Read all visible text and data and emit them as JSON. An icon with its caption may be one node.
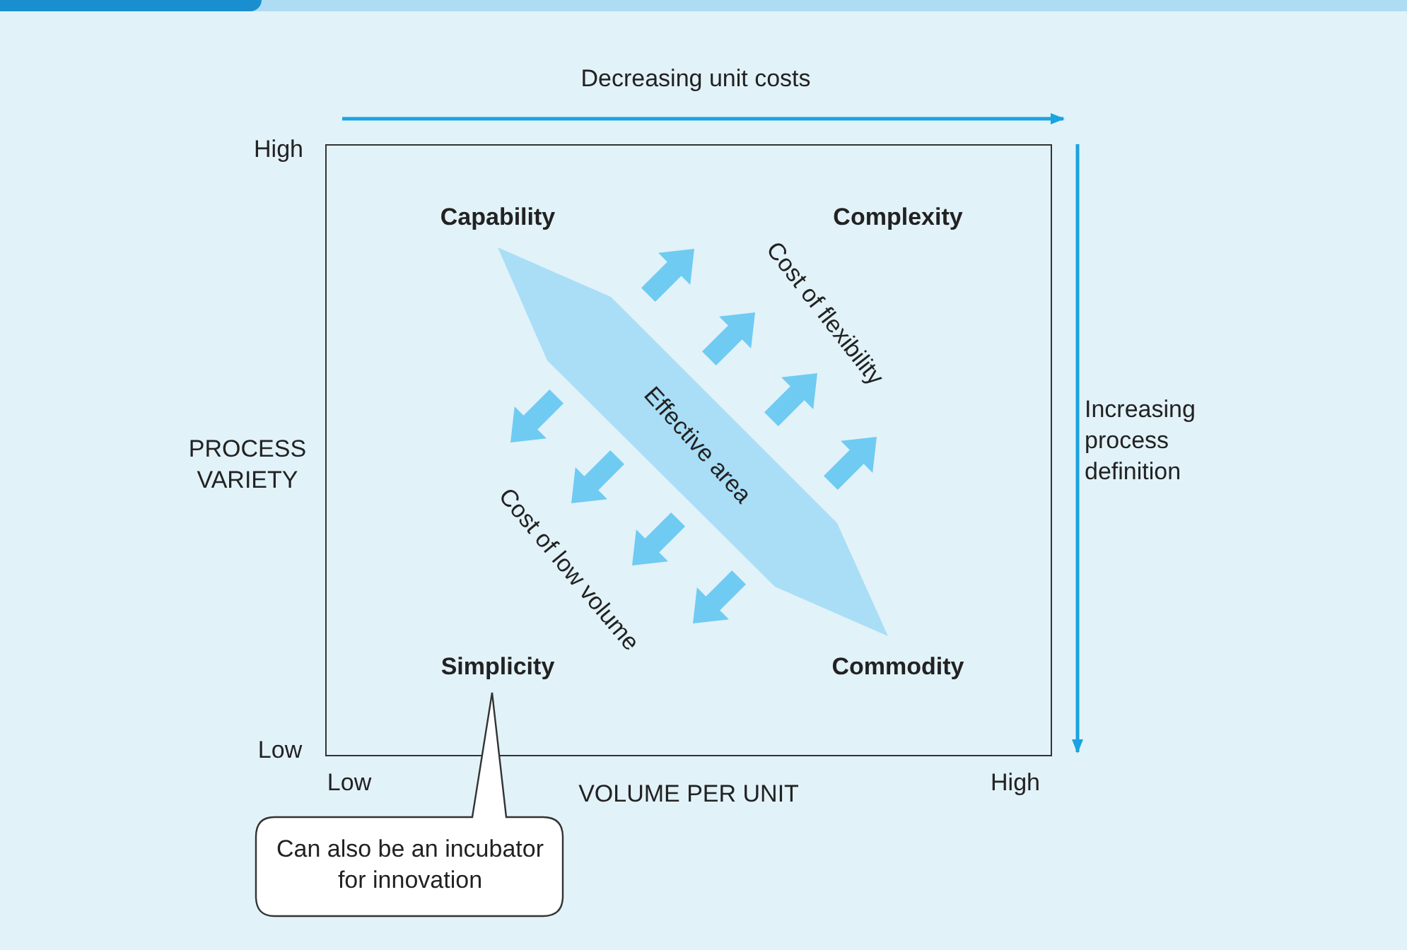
{
  "diagram": {
    "nodes": [
      {
        "text": [
          "Effective area"
        ]
      },
      {
        "text": [
          "Can also be an incubator for innovation"
        ]
      }
    ],
    "labels": [
      "Decreasing unit costs",
      "High",
      "Capability",
      "Complexity",
      "Cost of flexibility",
      "PROCESS VARIETY",
      "Increasing process definition",
      "Cost of low volume",
      "Simplicity",
      "Commodity",
      "Low",
      "Low",
      "VOLUME PER UNIT",
      "High"
    ]
  }
}
